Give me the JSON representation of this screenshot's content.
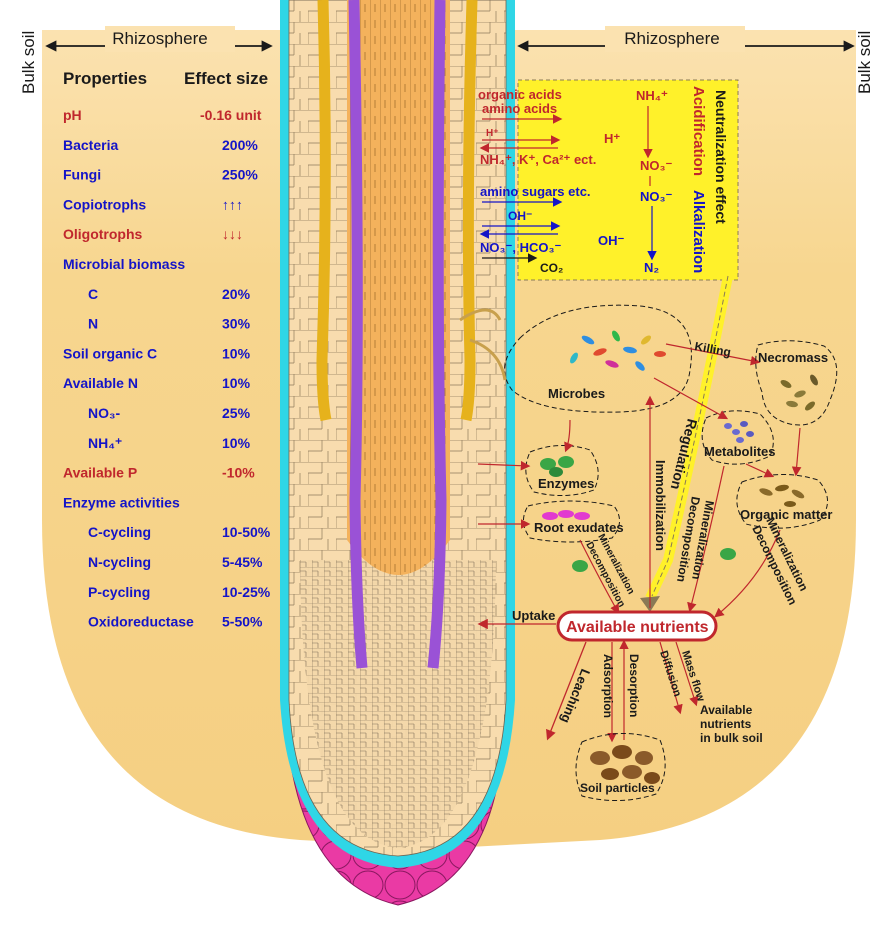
{
  "header": {
    "bulk_soil_left": "Bulk soil",
    "bulk_soil_right": "Bulk soil",
    "rhizosphere_left": "Rhizosphere",
    "rhizosphere_right": "Rhizosphere"
  },
  "table": {
    "col_properties": "Properties",
    "col_effect": "Effect size",
    "rows": [
      {
        "label": "pH",
        "value": "-0.16 unit",
        "color": "#c0272d",
        "indent": false
      },
      {
        "label": "Bacteria",
        "value": "200%",
        "color": "#1414c8",
        "indent": false
      },
      {
        "label": "Fungi",
        "value": "250%",
        "color": "#1414c8",
        "indent": false
      },
      {
        "label": "Copiotrophs",
        "value": "↑↑↑",
        "color": "#1414c8",
        "indent": false
      },
      {
        "label": "Oligotrophs",
        "value": "↓↓↓",
        "color": "#c0272d",
        "indent": false
      },
      {
        "label": "Microbial biomass",
        "value": "",
        "color": "#1414c8",
        "indent": false
      },
      {
        "label": "C",
        "value": "20%",
        "color": "#1414c8",
        "indent": true
      },
      {
        "label": "N",
        "value": "30%",
        "color": "#1414c8",
        "indent": true
      },
      {
        "label": "Soil organic C",
        "value": "10%",
        "color": "#1414c8",
        "indent": false
      },
      {
        "label": "Available N",
        "value": "10%",
        "color": "#1414c8",
        "indent": false
      },
      {
        "label": "NO₃-",
        "value": "25%",
        "color": "#1414c8",
        "indent": true
      },
      {
        "label": "NH₄⁺",
        "value": "10%",
        "color": "#1414c8",
        "indent": true
      },
      {
        "label": "Available P",
        "value": "-10%",
        "color": "#c0272d",
        "indent": false
      },
      {
        "label": "Enzyme activities",
        "value": "",
        "color": "#1414c8",
        "indent": false
      },
      {
        "label": "C-cycling",
        "value": "10-50%",
        "color": "#1414c8",
        "indent": true
      },
      {
        "label": "N-cycling",
        "value": "5-45%",
        "color": "#1414c8",
        "indent": true
      },
      {
        "label": "P-cycling",
        "value": "10-25%",
        "color": "#1414c8",
        "indent": true
      },
      {
        "label": "Oxidoreductase",
        "value": "5-50%",
        "color": "#1414c8",
        "indent": true
      }
    ]
  },
  "acid_box": {
    "organic_acids": "organic acids",
    "amino_acids": "amino acids",
    "h_plus": "H⁺",
    "cations": "NH₄⁺, K⁺, Ca²⁺ ect.",
    "amino_sugars": "amino sugars etc.",
    "oh_minus": "OH⁻",
    "anions": "NO₃⁻, HCO₃⁻",
    "co2": "CO₂",
    "nh4": "NH₄⁺",
    "h_plus_2": "H⁺",
    "no3_1": "NO₃⁻",
    "no3_2": "NO₃⁻",
    "oh_2": "OH⁻",
    "n2": "N₂",
    "acidification": "Acidification",
    "alkalization": "Alkalization",
    "neutralization": "Neutralization effect"
  },
  "cycle": {
    "microbes": "Microbes",
    "killing": "Killing",
    "necromass": "Necromass",
    "metabolites": "Metabolites",
    "organic_matter": "Organic matter",
    "enzymes": "Enzymes",
    "root_exudates": "Root exudates",
    "regulation": "Regulation",
    "immobilization": "Immobilization",
    "mineralization_decomposition": "Mineralization Decomposition",
    "mineralization": "Mineralization",
    "decomposition": "Decomposition",
    "available_nutrients": "Available nutrients",
    "uptake": "Uptake",
    "leaching": "Leaching",
    "adsorption": "Adsorption",
    "desorption": "Desorption",
    "diffusion": "Diffusion",
    "mass_flow": "Mass flow",
    "avail_bulk_1": "Available",
    "avail_bulk_2": "nutrients",
    "avail_bulk_3": "in bulk soil",
    "soil_particles": "Soil particles"
  },
  "colors": {
    "soil": "#f7d68f",
    "root_cortex": "#f8dcae",
    "epidermis": "#2fd6e6",
    "root_cap": "#ea3aa4",
    "stele": "#f4b25c",
    "xylem_purple": "#9a52d6",
    "xylem_yellow": "#e6b21c",
    "acid_box": "#fff12a",
    "text_blue": "#1414c8",
    "text_red": "#c0272d"
  }
}
